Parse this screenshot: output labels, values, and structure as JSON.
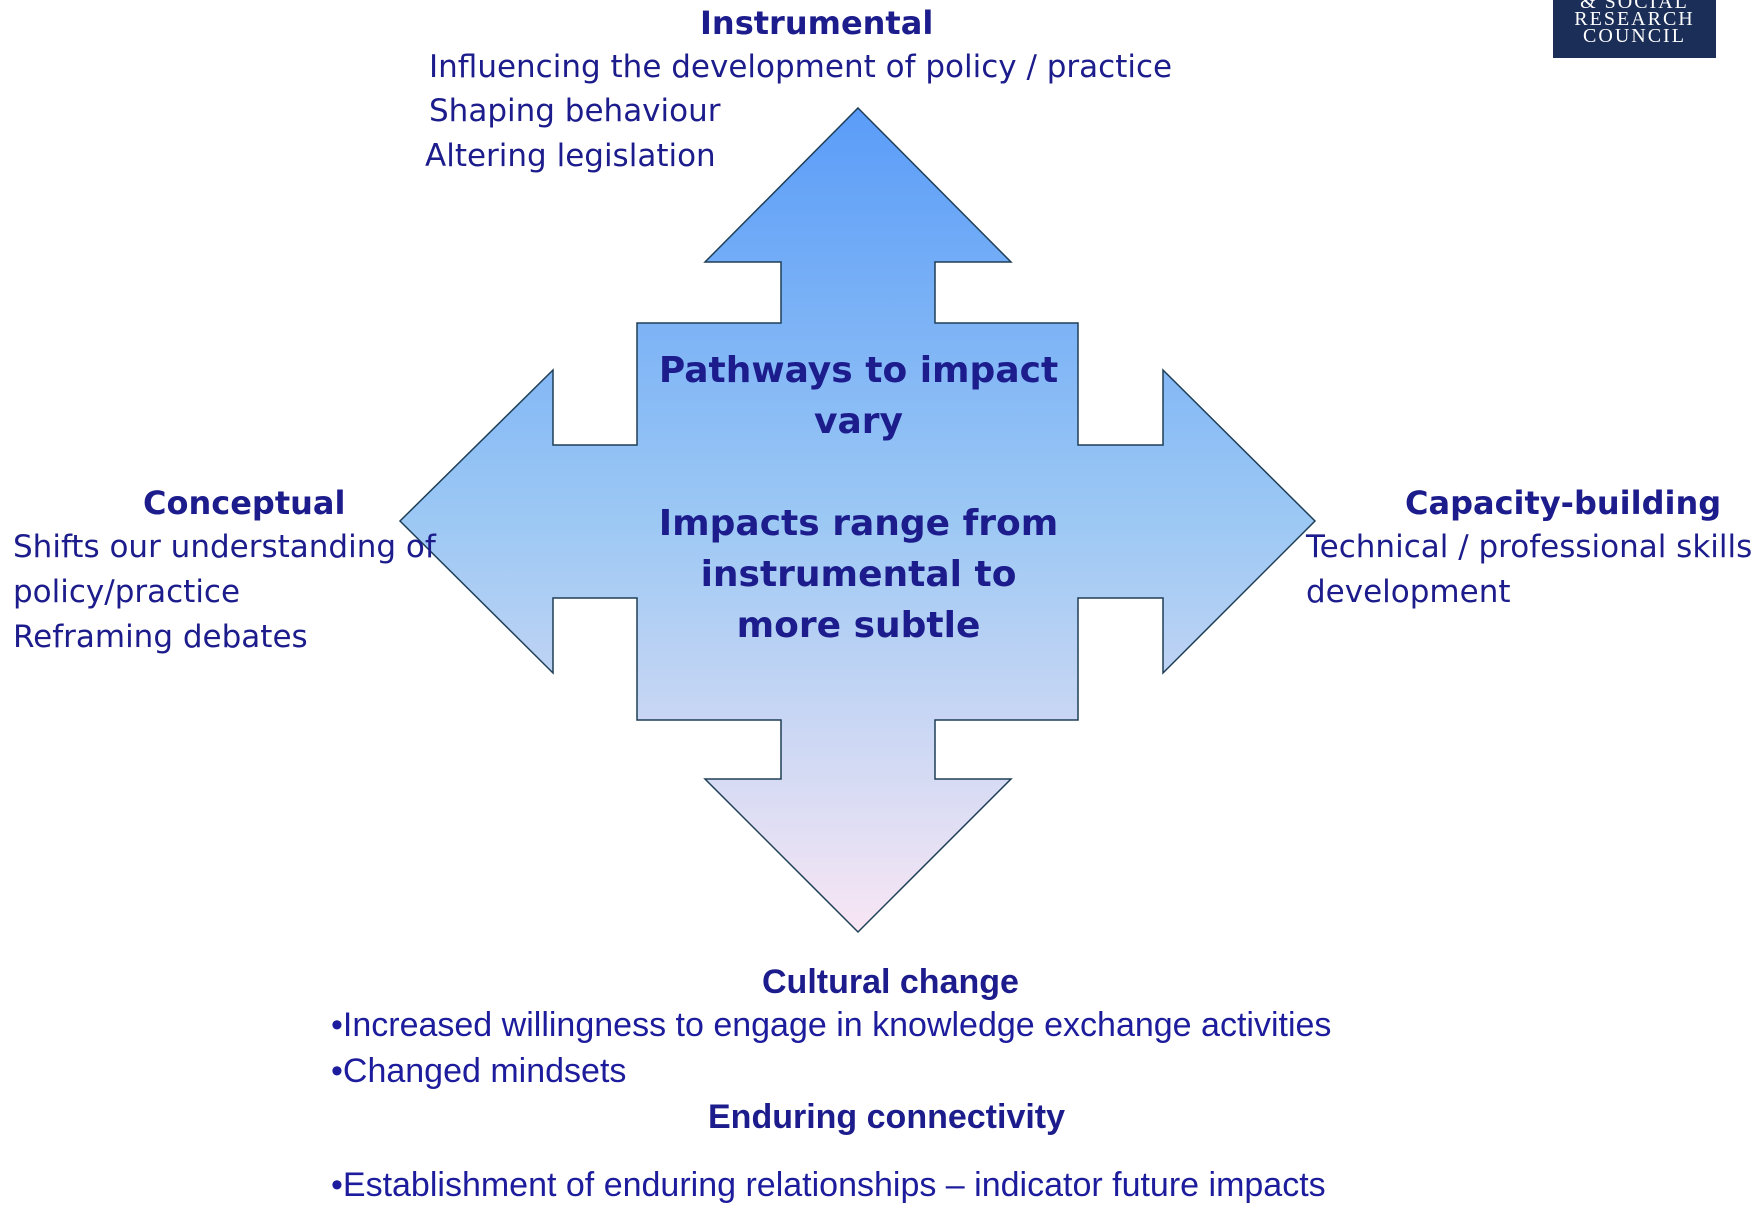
{
  "instrumental": {
    "heading": "Instrumental",
    "lines": [
      "Influencing the development of policy / practice",
      "Shaping behaviour",
      "Altering legislation"
    ]
  },
  "conceptual": {
    "heading": "Conceptual",
    "lines": [
      "Shifts our understanding of",
      "policy/practice",
      "Reframing debates"
    ]
  },
  "capacity": {
    "heading": "Capacity-building",
    "lines": [
      "Technical / professional skills",
      "development"
    ]
  },
  "center": {
    "line1": [
      "Pathways to impact",
      "vary"
    ],
    "line2": [
      "Impacts range from",
      "instrumental to",
      "more subtle"
    ]
  },
  "cultural": {
    "heading": "Cultural change",
    "lines": [
      "•Increased willingness to engage in knowledge exchange activities",
      "•Changed mindsets"
    ]
  },
  "enduring": {
    "heading": "Enduring connectivity",
    "lines": [
      "•Establishment of enduring relationships – indicator future impacts"
    ]
  },
  "logo": {
    "lines": [
      "& SOCIAL",
      "RESEARCH",
      "COUNCIL"
    ]
  },
  "colors": {
    "arrow_top": "#5a9cf8",
    "arrow_bottom": "#f8e6f4",
    "arrow_stroke": "#1e3f57",
    "text": "#1c1c8c",
    "logo_bg": "#1a2e57"
  }
}
